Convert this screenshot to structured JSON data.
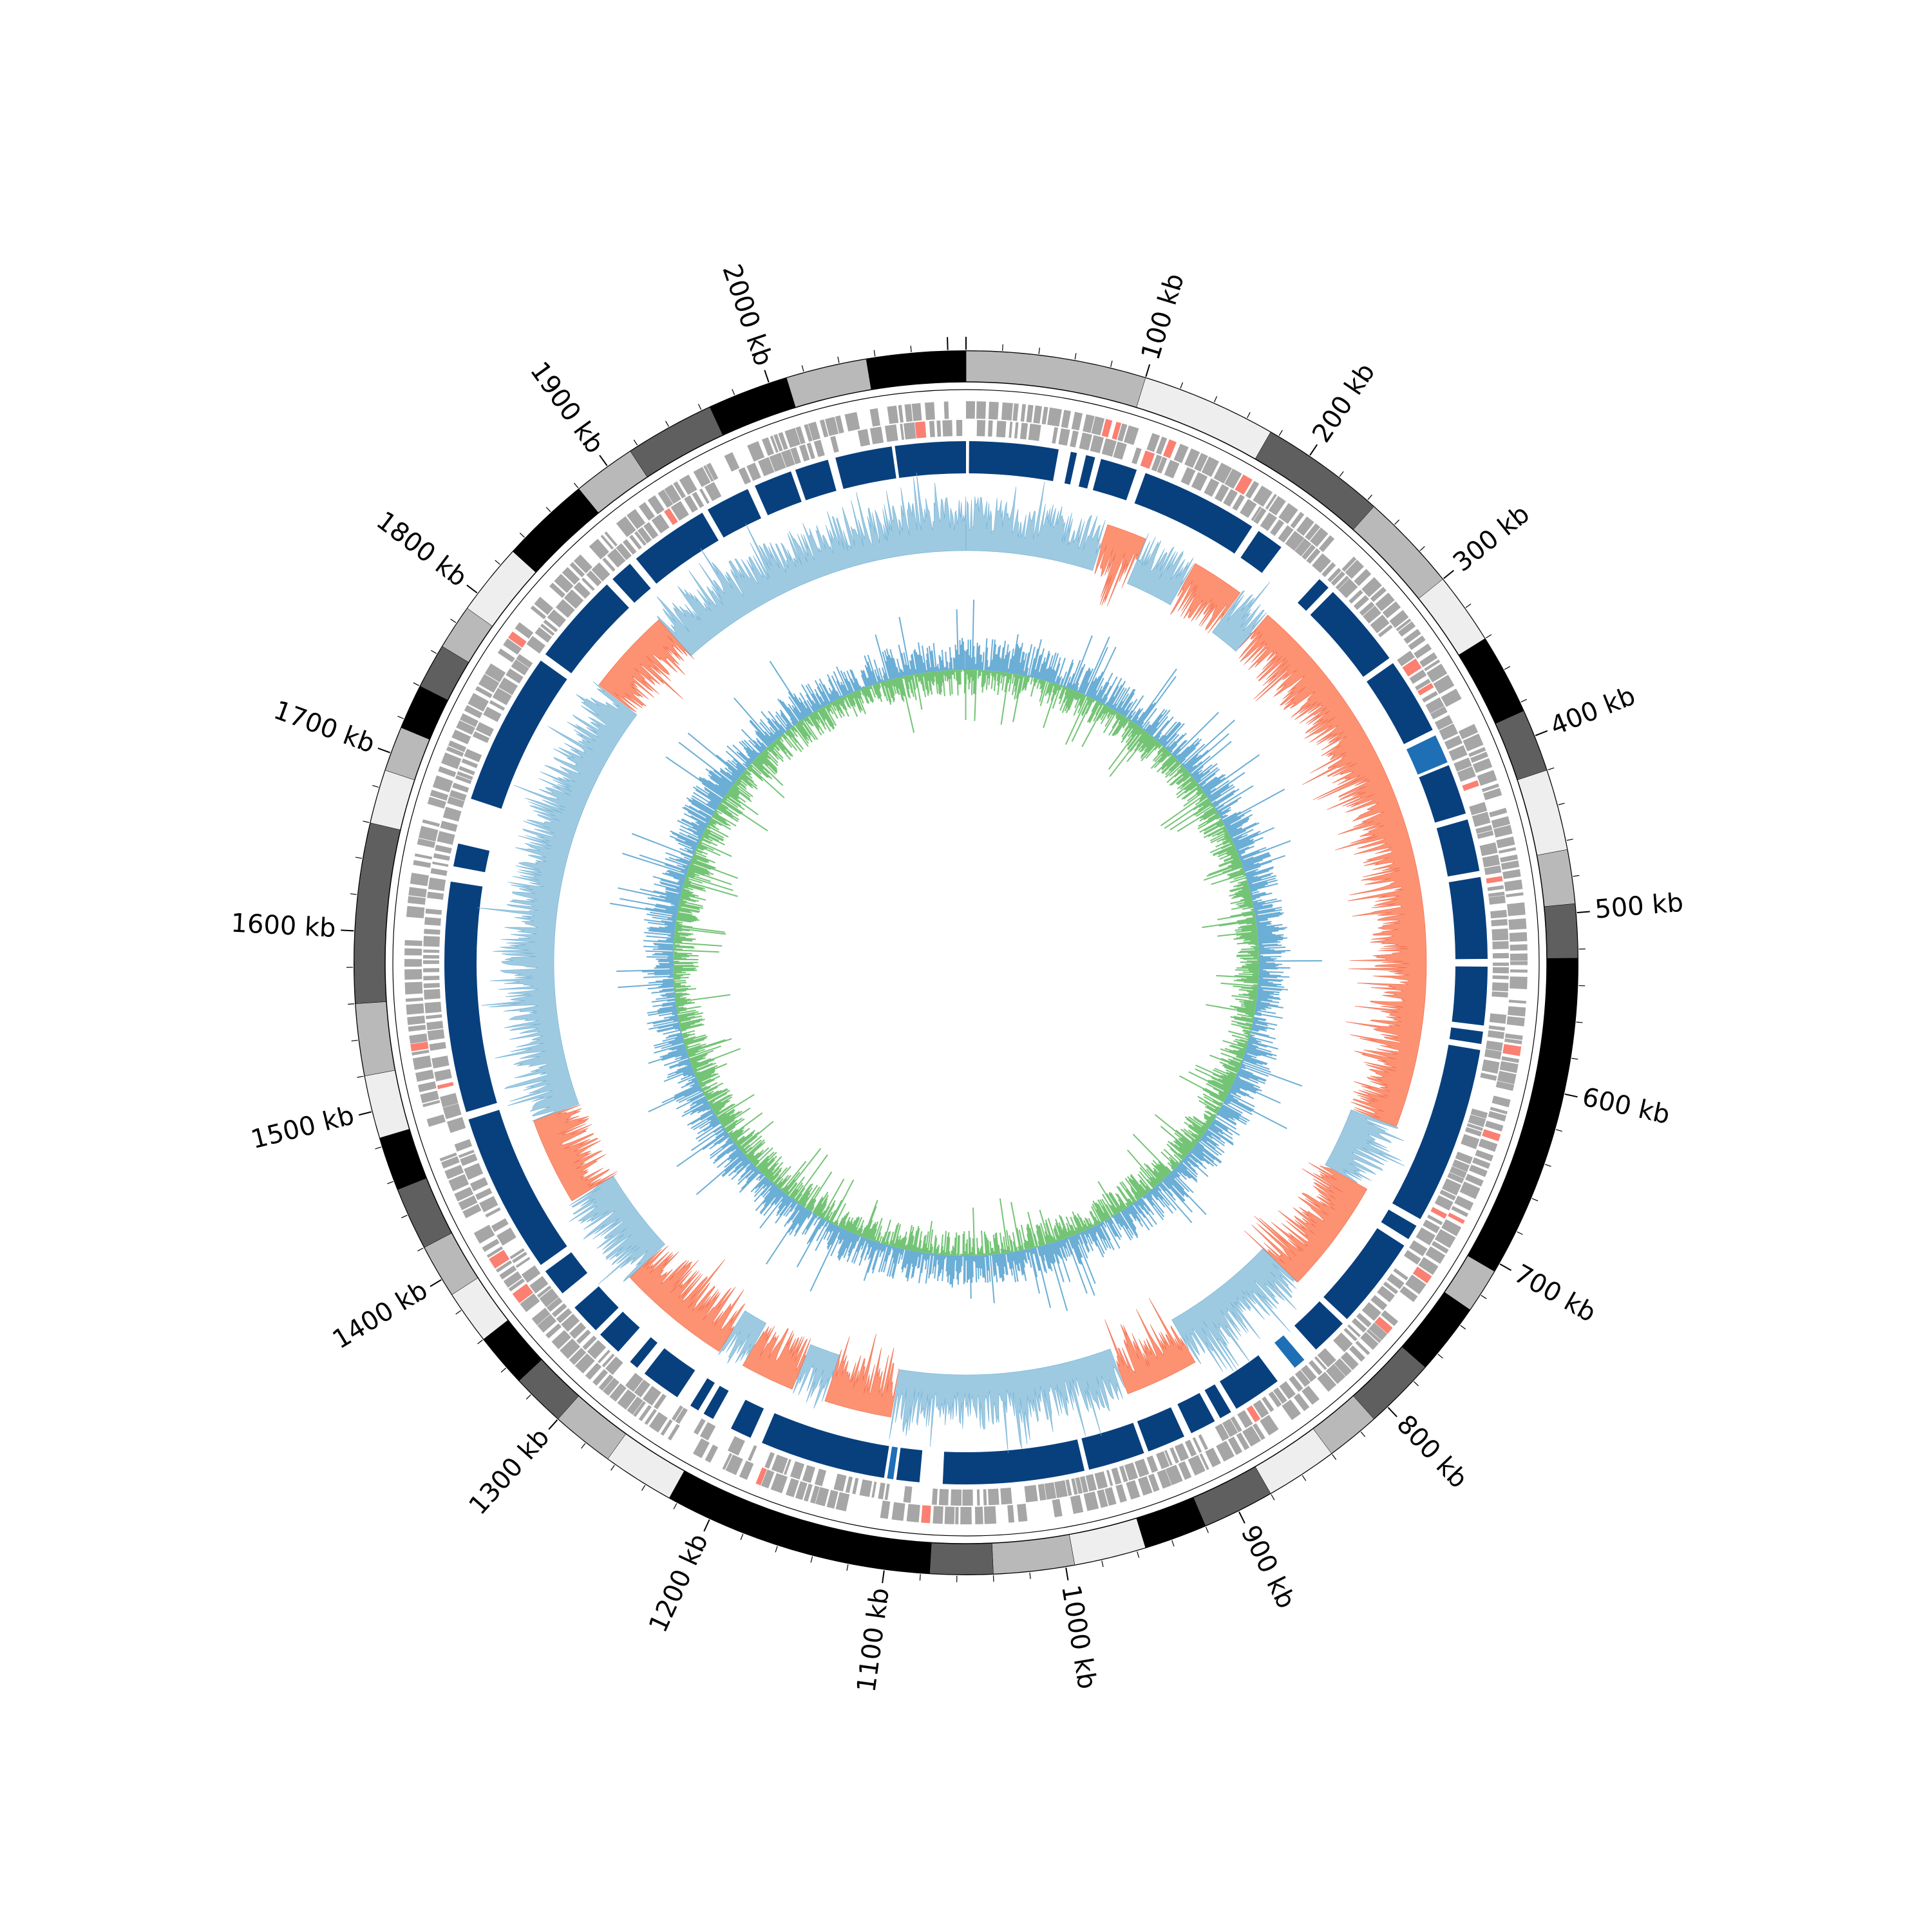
{
  "genome": {
    "total_kb": 2110,
    "origin_kb": 0,
    "direction": "clockwise"
  },
  "axis": {
    "unit": "kb",
    "major_step_kb": 100,
    "minor_step_kb": 20,
    "labels": [
      {
        "kb": 100,
        "text": "100 kb"
      },
      {
        "kb": 200,
        "text": "200 kb"
      },
      {
        "kb": 300,
        "text": "300 kb"
      },
      {
        "kb": 400,
        "text": "400 kb"
      },
      {
        "kb": 500,
        "text": "500 kb"
      },
      {
        "kb": 600,
        "text": "600 kb"
      },
      {
        "kb": 700,
        "text": "700 kb"
      },
      {
        "kb": 800,
        "text": "800 kb"
      },
      {
        "kb": 900,
        "text": "900 kb"
      },
      {
        "kb": 1000,
        "text": "1000 kb"
      },
      {
        "kb": 1100,
        "text": "1100 kb"
      },
      {
        "kb": 1200,
        "text": "1200 kb"
      },
      {
        "kb": 1300,
        "text": "1300 kb"
      },
      {
        "kb": 1400,
        "text": "1400 kb"
      },
      {
        "kb": 1500,
        "text": "1500 kb"
      },
      {
        "kb": 1600,
        "text": "1600 kb"
      },
      {
        "kb": 1700,
        "text": "1700 kb"
      },
      {
        "kb": 1800,
        "text": "1800 kb"
      },
      {
        "kb": 1900,
        "text": "1900 kb"
      },
      {
        "kb": 2000,
        "text": "2000 kb"
      }
    ]
  },
  "colors": {
    "ideogram_black": "#000000",
    "ideogram_dark": "#5f5f5f",
    "ideogram_mid": "#b9b9b9",
    "ideogram_light": "#eeeeee",
    "gene_gray": "#a6a6a6",
    "gene_red": "#fb8072",
    "block_dark_blue": "#08407e",
    "block_mid_blue": "#1e6fb5",
    "skew_positive": "#9ecae1",
    "skew_negative": "#fc9272",
    "gc_blue": "#6baed6",
    "gc_green": "#74c476"
  },
  "ideogram_bands": [
    {
      "start": 0,
      "end": 100,
      "shade": "mid"
    },
    {
      "start": 100,
      "end": 175,
      "shade": "light"
    },
    {
      "start": 175,
      "end": 245,
      "shade": "dark"
    },
    {
      "start": 245,
      "end": 300,
      "shade": "mid"
    },
    {
      "start": 300,
      "end": 340,
      "shade": "light"
    },
    {
      "start": 340,
      "end": 385,
      "shade": "black"
    },
    {
      "start": 385,
      "end": 420,
      "shade": "dark"
    },
    {
      "start": 420,
      "end": 465,
      "shade": "light"
    },
    {
      "start": 465,
      "end": 495,
      "shade": "mid"
    },
    {
      "start": 495,
      "end": 525,
      "shade": "dark"
    },
    {
      "start": 525,
      "end": 705,
      "shade": "black"
    },
    {
      "start": 705,
      "end": 730,
      "shade": "mid"
    },
    {
      "start": 730,
      "end": 770,
      "shade": "black"
    },
    {
      "start": 770,
      "end": 810,
      "shade": "dark"
    },
    {
      "start": 810,
      "end": 840,
      "shade": "mid"
    },
    {
      "start": 840,
      "end": 880,
      "shade": "light"
    },
    {
      "start": 880,
      "end": 920,
      "shade": "dark"
    },
    {
      "start": 920,
      "end": 955,
      "shade": "black"
    },
    {
      "start": 955,
      "end": 995,
      "shade": "light"
    },
    {
      "start": 995,
      "end": 1040,
      "shade": "mid"
    },
    {
      "start": 1040,
      "end": 1075,
      "shade": "dark"
    },
    {
      "start": 1075,
      "end": 1225,
      "shade": "black"
    },
    {
      "start": 1225,
      "end": 1265,
      "shade": "light"
    },
    {
      "start": 1265,
      "end": 1300,
      "shade": "mid"
    },
    {
      "start": 1300,
      "end": 1330,
      "shade": "dark"
    },
    {
      "start": 1330,
      "end": 1360,
      "shade": "black"
    },
    {
      "start": 1360,
      "end": 1390,
      "shade": "light"
    },
    {
      "start": 1390,
      "end": 1420,
      "shade": "mid"
    },
    {
      "start": 1420,
      "end": 1455,
      "shade": "dark"
    },
    {
      "start": 1455,
      "end": 1485,
      "shade": "black"
    },
    {
      "start": 1485,
      "end": 1520,
      "shade": "light"
    },
    {
      "start": 1520,
      "end": 1560,
      "shade": "mid"
    },
    {
      "start": 1560,
      "end": 1660,
      "shade": "dark"
    },
    {
      "start": 1660,
      "end": 1690,
      "shade": "light"
    },
    {
      "start": 1690,
      "end": 1715,
      "shade": "mid"
    },
    {
      "start": 1715,
      "end": 1740,
      "shade": "black"
    },
    {
      "start": 1740,
      "end": 1765,
      "shade": "dark"
    },
    {
      "start": 1765,
      "end": 1790,
      "shade": "mid"
    },
    {
      "start": 1790,
      "end": 1830,
      "shade": "light"
    },
    {
      "start": 1830,
      "end": 1880,
      "shade": "black"
    },
    {
      "start": 1880,
      "end": 1915,
      "shade": "mid"
    },
    {
      "start": 1915,
      "end": 1965,
      "shade": "dark"
    },
    {
      "start": 1965,
      "end": 2010,
      "shade": "black"
    },
    {
      "start": 2010,
      "end": 2055,
      "shade": "mid"
    },
    {
      "start": 2055,
      "end": 2110,
      "shade": "black"
    }
  ],
  "syntenic_blocks": [
    {
      "start": 2,
      "end": 60,
      "shade": "dark"
    },
    {
      "start": 68,
      "end": 72,
      "shade": "dark"
    },
    {
      "start": 78,
      "end": 84,
      "shade": "dark"
    },
    {
      "start": 88,
      "end": 112,
      "shade": "dark"
    },
    {
      "start": 118,
      "end": 195,
      "shade": "dark"
    },
    {
      "start": 200,
      "end": 218,
      "shade": "dark"
    },
    {
      "start": 250,
      "end": 258,
      "shade": "dark"
    },
    {
      "start": 262,
      "end": 318,
      "shade": "dark"
    },
    {
      "start": 322,
      "end": 372,
      "shade": "dark"
    },
    {
      "start": 376,
      "end": 395,
      "shade": "mid"
    },
    {
      "start": 397,
      "end": 430,
      "shade": "dark"
    },
    {
      "start": 434,
      "end": 468,
      "shade": "dark"
    },
    {
      "start": 472,
      "end": 525,
      "shade": "dark"
    },
    {
      "start": 530,
      "end": 568,
      "shade": "dark"
    },
    {
      "start": 572,
      "end": 580,
      "shade": "dark"
    },
    {
      "start": 584,
      "end": 700,
      "shade": "dark"
    },
    {
      "start": 705,
      "end": 715,
      "shade": "dark"
    },
    {
      "start": 720,
      "end": 780,
      "shade": "dark"
    },
    {
      "start": 784,
      "end": 808,
      "shade": "dark"
    },
    {
      "start": 818,
      "end": 826,
      "shade": "mid"
    },
    {
      "start": 840,
      "end": 872,
      "shade": "dark"
    },
    {
      "start": 876,
      "end": 884,
      "shade": "dark"
    },
    {
      "start": 888,
      "end": 905,
      "shade": "dark"
    },
    {
      "start": 910,
      "end": 935,
      "shade": "dark"
    },
    {
      "start": 938,
      "end": 975,
      "shade": "dark"
    },
    {
      "start": 978,
      "end": 1070,
      "shade": "dark"
    },
    {
      "start": 1085,
      "end": 1100,
      "shade": "dark"
    },
    {
      "start": 1102,
      "end": 1106,
      "shade": "mid"
    },
    {
      "start": 1108,
      "end": 1190,
      "shade": "dark"
    },
    {
      "start": 1198,
      "end": 1212,
      "shade": "dark"
    },
    {
      "start": 1225,
      "end": 1232,
      "shade": "dark"
    },
    {
      "start": 1236,
      "end": 1242,
      "shade": "dark"
    },
    {
      "start": 1252,
      "end": 1278,
      "shade": "dark"
    },
    {
      "start": 1284,
      "end": 1290,
      "shade": "dark"
    },
    {
      "start": 1300,
      "end": 1316,
      "shade": "dark"
    },
    {
      "start": 1320,
      "end": 1340,
      "shade": "dark"
    },
    {
      "start": 1352,
      "end": 1370,
      "shade": "dark"
    },
    {
      "start": 1375,
      "end": 1480,
      "shade": "dark"
    },
    {
      "start": 1485,
      "end": 1635,
      "shade": "dark"
    },
    {
      "start": 1645,
      "end": 1660,
      "shade": "dark"
    },
    {
      "start": 1690,
      "end": 1790,
      "shade": "dark"
    },
    {
      "start": 1795,
      "end": 1855,
      "shade": "dark"
    },
    {
      "start": 1860,
      "end": 1875,
      "shade": "dark"
    },
    {
      "start": 1880,
      "end": 1932,
      "shade": "dark"
    },
    {
      "start": 1936,
      "end": 1965,
      "shade": "dark"
    },
    {
      "start": 1970,
      "end": 1995,
      "shade": "dark"
    },
    {
      "start": 1998,
      "end": 2020,
      "shade": "dark"
    },
    {
      "start": 2025,
      "end": 2062,
      "shade": "dark"
    },
    {
      "start": 2064,
      "end": 2110,
      "shade": "dark"
    }
  ],
  "skew_regions": [
    {
      "start": 0,
      "end": 105,
      "sign": "positive"
    },
    {
      "start": 105,
      "end": 135,
      "sign": "negative"
    },
    {
      "start": 135,
      "end": 175,
      "sign": "positive"
    },
    {
      "start": 175,
      "end": 215,
      "sign": "negative"
    },
    {
      "start": 215,
      "end": 240,
      "sign": "positive"
    },
    {
      "start": 240,
      "end": 650,
      "sign": "negative"
    },
    {
      "start": 650,
      "end": 700,
      "sign": "positive"
    },
    {
      "start": 700,
      "end": 785,
      "sign": "negative"
    },
    {
      "start": 785,
      "end": 880,
      "sign": "positive"
    },
    {
      "start": 880,
      "end": 935,
      "sign": "negative"
    },
    {
      "start": 935,
      "end": 1110,
      "sign": "positive"
    },
    {
      "start": 1110,
      "end": 1160,
      "sign": "negative"
    },
    {
      "start": 1160,
      "end": 1185,
      "sign": "positive"
    },
    {
      "start": 1185,
      "end": 1225,
      "sign": "negative"
    },
    {
      "start": 1225,
      "end": 1245,
      "sign": "positive"
    },
    {
      "start": 1245,
      "end": 1330,
      "sign": "negative"
    },
    {
      "start": 1330,
      "end": 1400,
      "sign": "positive"
    },
    {
      "start": 1400,
      "end": 1465,
      "sign": "negative"
    },
    {
      "start": 1465,
      "end": 1800,
      "sign": "positive"
    },
    {
      "start": 1800,
      "end": 1865,
      "sign": "negative"
    },
    {
      "start": 1865,
      "end": 2110,
      "sign": "positive"
    }
  ]
}
